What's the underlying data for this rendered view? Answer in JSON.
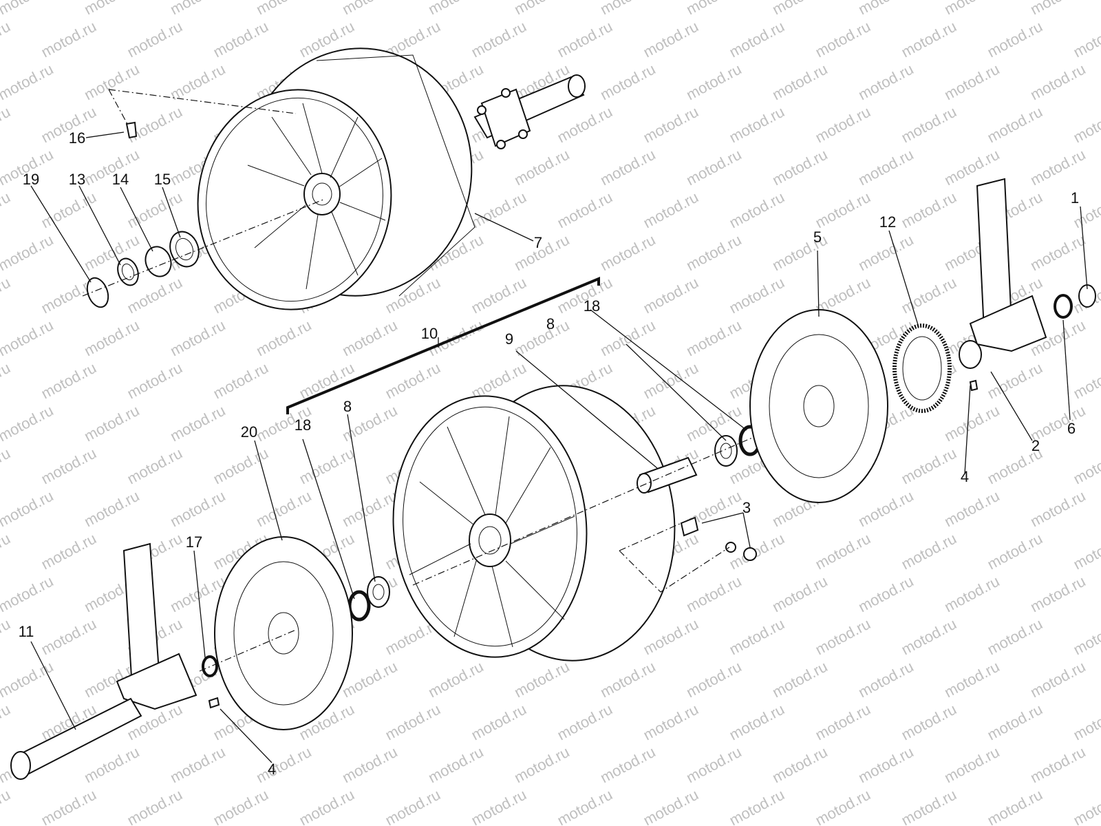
{
  "watermark": "motod.ru",
  "callouts": [
    {
      "id": "c1",
      "text": "1"
    },
    {
      "id": "c2",
      "text": "2"
    },
    {
      "id": "c3",
      "text": "3"
    },
    {
      "id": "c4a",
      "text": "4"
    },
    {
      "id": "c4b",
      "text": "4"
    },
    {
      "id": "c5",
      "text": "5"
    },
    {
      "id": "c6",
      "text": "6"
    },
    {
      "id": "c7",
      "text": "7"
    },
    {
      "id": "c8a",
      "text": "8"
    },
    {
      "id": "c8b",
      "text": "8"
    },
    {
      "id": "c9",
      "text": "9"
    },
    {
      "id": "c10",
      "text": "10"
    },
    {
      "id": "c11",
      "text": "11"
    },
    {
      "id": "c12",
      "text": "12"
    },
    {
      "id": "c13",
      "text": "13"
    },
    {
      "id": "c14",
      "text": "14"
    },
    {
      "id": "c15",
      "text": "15"
    },
    {
      "id": "c16",
      "text": "16"
    },
    {
      "id": "c17",
      "text": "17"
    },
    {
      "id": "c18a",
      "text": "18"
    },
    {
      "id": "c18b",
      "text": "18"
    },
    {
      "id": "c19",
      "text": "19"
    },
    {
      "id": "c20",
      "text": "20"
    }
  ]
}
